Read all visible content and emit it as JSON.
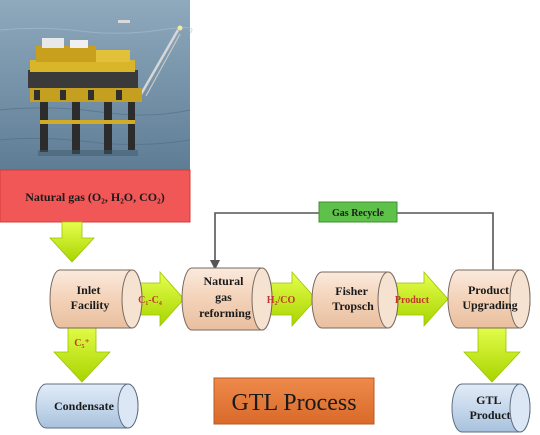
{
  "source": {
    "label": "Natural gas (O₂, H₂O, CO₂)"
  },
  "recycle": {
    "label": "Gas Recycle"
  },
  "units": [
    {
      "id": "inlet",
      "lines": [
        "Inlet",
        "Facility"
      ]
    },
    {
      "id": "reforming",
      "lines": [
        "Natural",
        "gas",
        "reforming"
      ]
    },
    {
      "id": "fisher",
      "lines": [
        "Fisher",
        "Tropsch"
      ]
    },
    {
      "id": "upgrading",
      "lines": [
        "Product",
        "Upgrading"
      ]
    },
    {
      "id": "condensate",
      "lines": [
        "Condensate"
      ]
    },
    {
      "id": "gtl-product",
      "lines": [
        "GTL",
        "Product"
      ]
    }
  ],
  "streams": {
    "c1c4": "C₁-C₄",
    "h2co": "H₂/CO",
    "product": "Product",
    "c5plus": "C₅⁺"
  },
  "title": "GTL Process",
  "colors": {
    "source_box": "#f25757",
    "unit_fill": "#f6dcc6",
    "product_fill": "#c7d9ec",
    "arrow_fill": "#c8f000",
    "recycle_box": "#5ec24a",
    "title_box": "#e07a3a",
    "stream_label": "#c0392b"
  },
  "photo": {
    "subject": "offshore oil/gas platform at sea"
  }
}
